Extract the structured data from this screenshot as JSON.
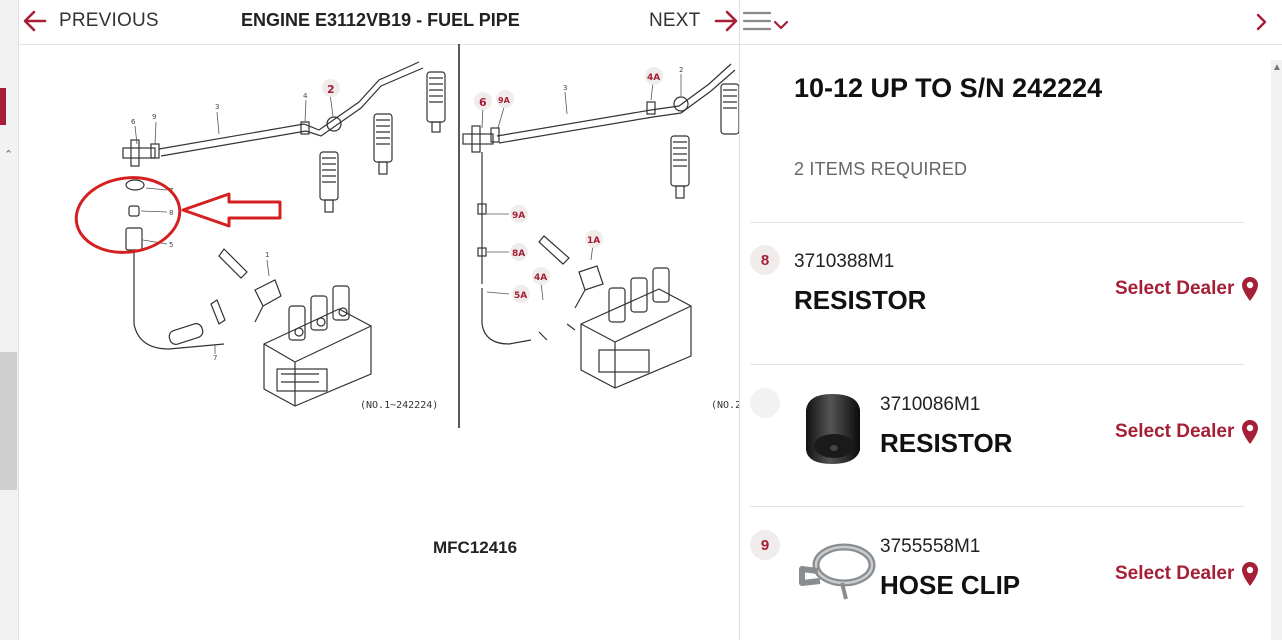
{
  "nav": {
    "previous_label": "PREVIOUS",
    "title": "ENGINE E3112VB19 - FUEL PIPE",
    "next_label": "NEXT"
  },
  "diagram": {
    "figure_code": "MFC12416",
    "left_caption": "(NO.1~242224)",
    "right_caption": "(NO.2",
    "left_callouts": [
      "6",
      "9",
      "3",
      "4",
      "2",
      "7",
      "8",
      "5",
      "1",
      "7"
    ],
    "right_callouts": [
      "6",
      "9A",
      "3",
      "4A",
      "2",
      "9A",
      "8A",
      "1A",
      "4A",
      "5A"
    ]
  },
  "parts_panel": {
    "serial_range": "10-12 UP TO S/N 242224",
    "items_required": "2 ITEMS REQUIRED",
    "dealer_label": "Select Dealer",
    "items": [
      {
        "ref": "8",
        "part_number": "3710388M1",
        "name": "RESISTOR"
      },
      {
        "ref": "",
        "part_number": "3710086M1",
        "name": "RESISTOR"
      },
      {
        "ref": "9",
        "part_number": "3755558M1",
        "name": "HOSE CLIP"
      }
    ]
  },
  "colors": {
    "accent": "#a51f36",
    "annotation_red": "#d42020",
    "badge_bg": "#f1ecec"
  },
  "icons": [
    "arrow-left-icon",
    "arrow-right-icon",
    "hamburger-menu-icon",
    "chevron-down-icon",
    "chevron-right-icon",
    "map-pin-icon"
  ]
}
